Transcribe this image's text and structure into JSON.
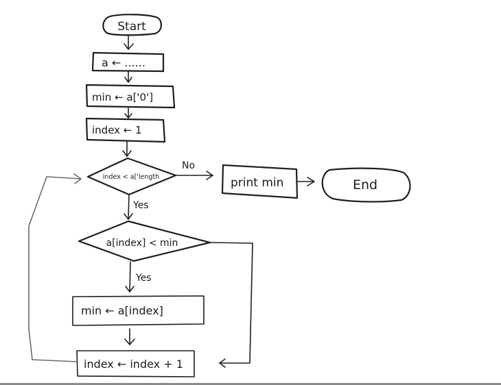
{
  "flowchart": {
    "title": "Find minimum value in array",
    "nodes": {
      "start": {
        "type": "terminator",
        "label": "Start"
      },
      "init_a": {
        "type": "process",
        "label": "a ← ......"
      },
      "init_min": {
        "type": "process",
        "label": "min ← a['0']"
      },
      "init_index": {
        "type": "process",
        "label": "index ← 1"
      },
      "loop_cond": {
        "type": "decision",
        "label": "index < a['length"
      },
      "print": {
        "type": "process",
        "label": "print min"
      },
      "end": {
        "type": "terminator",
        "label": "End"
      },
      "compare": {
        "type": "decision",
        "label": "a[index] < min"
      },
      "update_min": {
        "type": "process",
        "label": "min ← a[index]"
      },
      "increment": {
        "type": "process",
        "label": "index ← index + 1"
      }
    },
    "edge_labels": {
      "loop_no": "No",
      "loop_yes": "Yes",
      "compare_yes": "Yes"
    },
    "edges": [
      {
        "from": "start",
        "to": "init_a"
      },
      {
        "from": "init_a",
        "to": "init_min"
      },
      {
        "from": "init_min",
        "to": "init_index"
      },
      {
        "from": "init_index",
        "to": "loop_cond"
      },
      {
        "from": "loop_cond",
        "to": "print",
        "label": "No"
      },
      {
        "from": "print",
        "to": "end"
      },
      {
        "from": "loop_cond",
        "to": "compare",
        "label": "Yes"
      },
      {
        "from": "compare",
        "to": "update_min",
        "label": "Yes"
      },
      {
        "from": "compare",
        "to": "increment",
        "label": ""
      },
      {
        "from": "update_min",
        "to": "increment"
      },
      {
        "from": "increment",
        "to": "loop_cond"
      }
    ]
  }
}
